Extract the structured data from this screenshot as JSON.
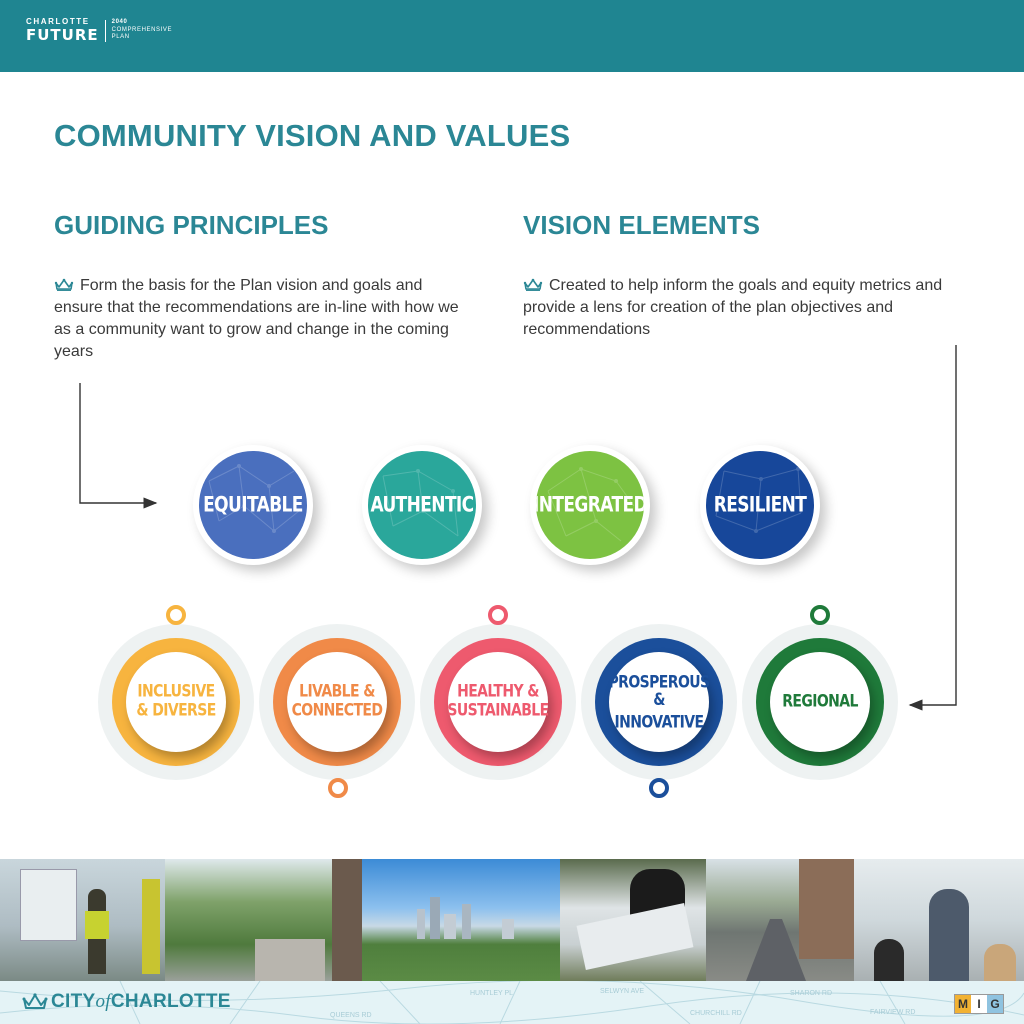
{
  "header": {
    "logo_top": "CHARLOTTE",
    "logo_main": "FUTURE",
    "logo_year": "2040",
    "logo_line1": "COMPREHENSIVE",
    "logo_line2": "PLAN",
    "bar_color": "#1f8591"
  },
  "title": "COMMUNITY VISION AND VALUES",
  "guiding_principles": {
    "heading": "GUIDING PRINCIPLES",
    "description": "Form the basis for the Plan vision and goals and ensure that the recommendations are in-line with how we as a community want to grow and change in the coming years",
    "items": [
      {
        "label": "EQUITABLE",
        "color": "#4a6fbe"
      },
      {
        "label": "AUTHENTIC",
        "color": "#2aa79b"
      },
      {
        "label": "INTEGRATED",
        "color": "#7dc242"
      },
      {
        "label": "RESILIENT",
        "color": "#17479a"
      }
    ]
  },
  "vision_elements": {
    "heading": "VISION ELEMENTS",
    "description": "Created to help inform the goals and equity metrics and provide a lens for creation of the plan objectives and recommendations",
    "items": [
      {
        "line1": "INCLUSIVE",
        "line2": "& DIVERSE",
        "color": "#f7b43f"
      },
      {
        "line1": "LIVABLE &",
        "line2": "CONNECTED",
        "color": "#f08a48"
      },
      {
        "line1": "HEALTHY &",
        "line2": "SUSTAINABLE",
        "color": "#ee5a6e"
      },
      {
        "line1": "PROSPEROUS",
        "line2": "& INNOVATIVE",
        "color": "#1b4f9b"
      },
      {
        "line1": "REGIONAL",
        "line2": "",
        "color": "#1f7a3a"
      }
    ]
  },
  "footer": {
    "city_pre": "CITY",
    "city_of": "of",
    "city_post": "CHARLOTTE",
    "partner_letters": [
      "M",
      "I",
      "G"
    ],
    "street_labels": [
      "HUNTLEY PL",
      "QUEENS RD",
      "SELWYN AVE",
      "CHURCHILL RD",
      "SHARON RD",
      "FAIRVIEW RD"
    ]
  },
  "accent_color": "#2b8795"
}
